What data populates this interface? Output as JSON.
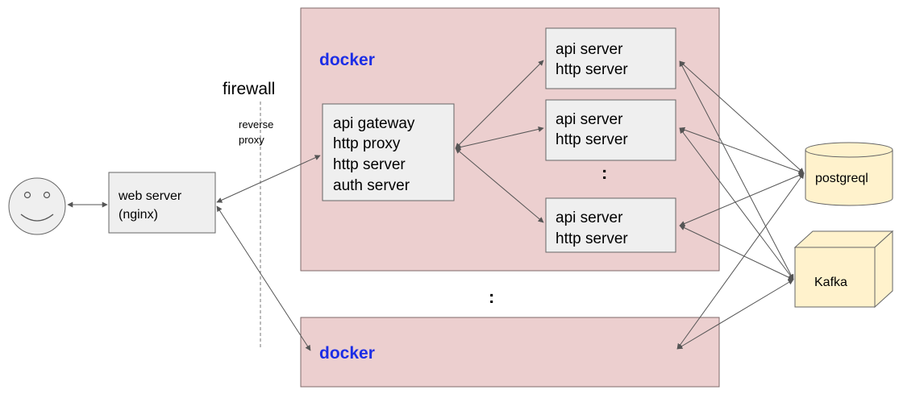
{
  "user": {
    "icon": "smiley-face-icon"
  },
  "web_server": {
    "lines": [
      "web server",
      "(nginx)"
    ]
  },
  "firewall": {
    "label": "firewall",
    "note_lines": [
      "reverse",
      "proxy"
    ]
  },
  "docker_main": {
    "label": "docker",
    "gateway": {
      "lines": [
        "api gateway",
        "http proxy",
        "http server",
        "auth server"
      ]
    },
    "api_servers": [
      {
        "lines": [
          "api server",
          "http server"
        ]
      },
      {
        "lines": [
          "api server",
          "http server"
        ]
      },
      {
        "lines": [
          "api server",
          "http server"
        ]
      }
    ],
    "ellipsis": ":"
  },
  "between_ellipsis": ":",
  "docker_second": {
    "label": "docker"
  },
  "postgres": {
    "label": "postgreql",
    "icon": "database-cylinder-icon"
  },
  "kafka": {
    "label": "Kafka",
    "icon": "cube-icon"
  },
  "colors": {
    "docker_fill": "#eccfcf",
    "docker_label": "#1c2ee6",
    "box_fill": "#efefef",
    "storage_fill": "#fff2cc"
  }
}
